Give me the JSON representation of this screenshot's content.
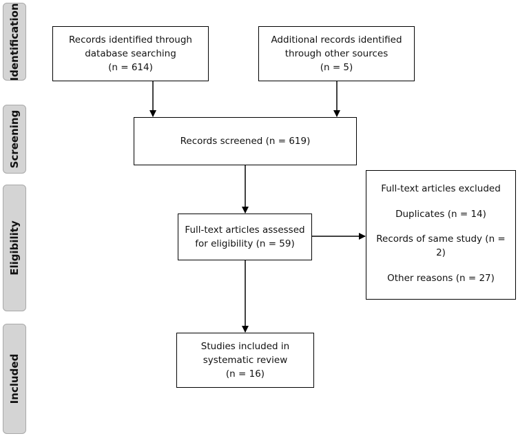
{
  "phases": {
    "identification": "Identification",
    "screening": "Screening",
    "eligibility": "Eligibility",
    "included": "Included"
  },
  "boxes": {
    "database": [
      "Records identified through",
      "database searching",
      "(n = 614)"
    ],
    "additional": [
      "Additional records identified",
      "through other sources",
      "(n = 5)"
    ],
    "screened": [
      "Records screened (n = 619)"
    ],
    "assessed": [
      "Full-text articles assessed",
      "for eligibility (n = 59)"
    ],
    "excluded": [
      "Full-text articles excluded",
      "Duplicates (n = 14)",
      "Records of same study (n = 2)",
      "Other reasons (n = 27)"
    ],
    "included": [
      "Studies included in",
      "systematic review",
      "(n = 16)"
    ]
  }
}
